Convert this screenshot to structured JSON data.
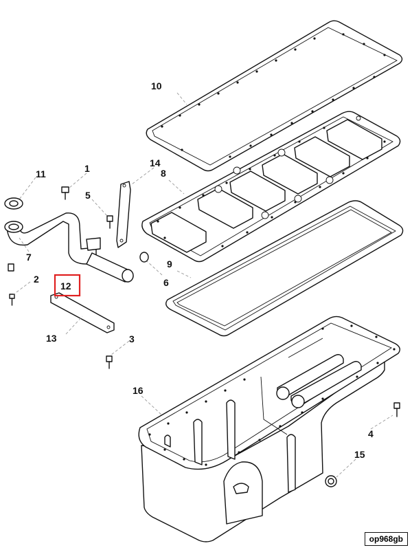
{
  "callouts": {
    "c1": "1",
    "c2": "2",
    "c3": "3",
    "c4": "4",
    "c5": "5",
    "c6": "6",
    "c7": "7",
    "c8": "8",
    "c9": "9",
    "c10": "10",
    "c11": "11",
    "c12": "12",
    "c13": "13",
    "c14": "14",
    "c15": "15",
    "c16": "16"
  },
  "highlight": {
    "callout": "12",
    "color": "#e02020"
  },
  "reference_code": "op968gb"
}
